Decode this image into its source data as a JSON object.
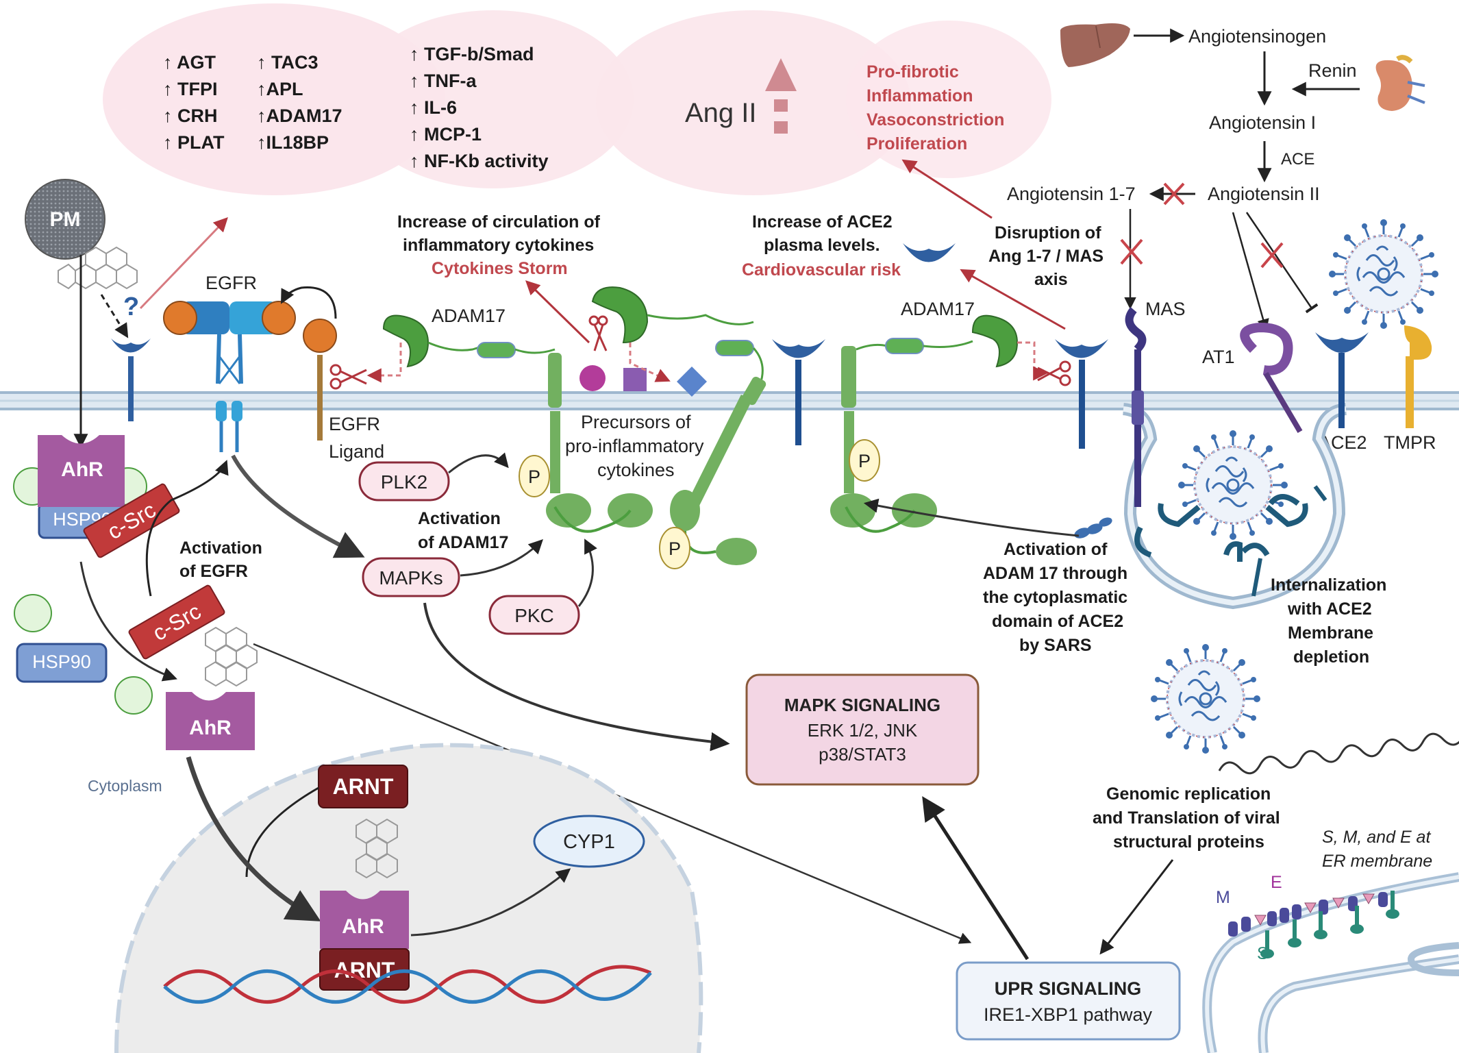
{
  "bubbles": {
    "genes_left": [
      "↑ AGT",
      "↑ TFPI",
      "↑ CRH",
      "↑ PLAT"
    ],
    "genes_right": [
      "↑ TAC3",
      "↑APL",
      "↑ADAM17",
      "↑IL18BP"
    ],
    "cytokines": [
      "↑ TGF-b/Smad",
      "↑ TNF-a",
      "↑ IL-6",
      "↑ MCP-1",
      "↑ NF-Kb activity"
    ],
    "ang_ii": "Ang II",
    "effects": [
      "Pro-fibrotic",
      "Inflammation",
      "Vasoconstriction",
      "Proliferation"
    ]
  },
  "ras": {
    "angiotensinogen": "Angiotensinogen",
    "renin": "Renin",
    "angiotensin_i": "Angiotensin I",
    "ace": "ACE",
    "angiotensin_ii": "Angiotensin II",
    "angiotensin_17": "Angiotensin 1-7",
    "mas": "MAS",
    "at1": "AT1",
    "ace2": "ACE2",
    "tmpr": "TMPR"
  },
  "labels": {
    "pm": "PM",
    "question": "?",
    "egfr": "EGFR",
    "egfr_ligand": [
      "EGFR",
      "Ligand"
    ],
    "adam17_left": "ADAM17",
    "adam17_right": "ADAM17",
    "circulation": [
      "Increase of circulation of",
      "inflammatory cytokines"
    ],
    "cytokines_storm": "Cytokines Storm",
    "ace2_plasma": [
      "Increase of ACE2",
      "plasma levels."
    ],
    "cardio_risk": "Cardiovascular risk",
    "disruption": [
      "Disruption of",
      "Ang 1-7 / MAS",
      "axis"
    ],
    "precursors": [
      "Precursors of",
      "pro-inflammatory",
      "cytokines"
    ],
    "plk2": "PLK2",
    "mapks": "MAPKs",
    "pkc": "PKC",
    "p": "P",
    "activation_adam17": [
      "Activation",
      "of ADAM17"
    ],
    "activation_egfr": [
      "Activation",
      "of EGFR"
    ],
    "activation_adam17_sars": [
      "Activation of",
      "ADAM 17 through",
      "the cytoplasmatic",
      "domain of ACE2",
      "by SARS"
    ],
    "internalization": [
      "Internalization",
      "with ACE2",
      "Membrane",
      "depletion"
    ],
    "ahr": "AhR",
    "hsp90": "HSP90",
    "csrc": "c-Src",
    "cytoplasm": "Cytoplasm",
    "arnt": "ARNT",
    "cyp1": "CYP1",
    "genomic": [
      "Genomic replication",
      "and  Translation of viral",
      "structural proteins"
    ],
    "sme": [
      "S, M, and E at",
      "ER membrane"
    ],
    "m": "M",
    "e": "E",
    "s": "S"
  },
  "boxes": {
    "mapk_title": "MAPK SIGNALING",
    "mapk_lines": [
      "ERK 1/2, JNK",
      "p38/STAT3"
    ],
    "upr_title": "UPR SIGNALING",
    "upr_line": "IRE1-XBP1 pathway"
  },
  "colors": {
    "membrane": "#b9cfe0",
    "receptor_blue": "#2f5fa0",
    "adam_green": "#4c9e3f",
    "ahr_purple": "#a45aa0",
    "hsp_blue": "#7f9fd4",
    "csrc_red": "#c13a3a",
    "arnt_brown": "#7a1f22",
    "text_red": "#c0484e",
    "bubble_pink": "#fbe6ec"
  }
}
